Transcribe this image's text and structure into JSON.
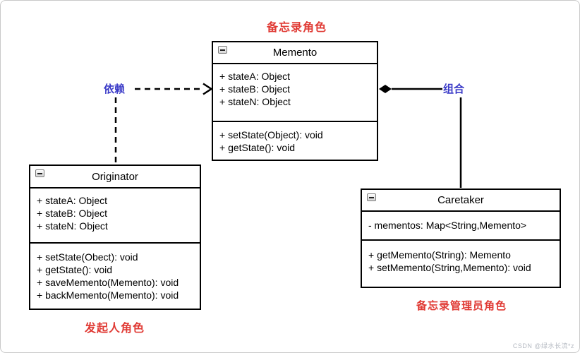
{
  "diagram": {
    "title_hint": "Memento pattern UML class diagram",
    "annotations": {
      "memento_role": "备忘录角色",
      "originator_role": "发起人角色",
      "caretaker_role": "备忘录管理员角色"
    },
    "relations": {
      "dependency": {
        "label": "依赖",
        "style": "dashed-open-arrow"
      },
      "composition": {
        "label": "组合",
        "style": "solid-filled-diamond"
      }
    },
    "classes": [
      {
        "name": "Memento",
        "attributes": [
          "+ stateA: Object",
          "+ stateB: Object",
          "+ stateN: Object"
        ],
        "methods": [
          "+ setState(Object): void",
          "+ getState(): void"
        ]
      },
      {
        "name": "Originator",
        "attributes": [
          "+ stateA: Object",
          "+ stateB: Object",
          "+ stateN: Object"
        ],
        "methods": [
          "+ setState(Obect): void",
          "+ getState(): void",
          "+ saveMemento(Memento): void",
          "+ backMemento(Memento): void"
        ]
      },
      {
        "name": "Caretaker",
        "attributes": [
          "- mementos: Map<String,Memento>"
        ],
        "methods": [
          "+ getMemento(String): Memento",
          "+ setMemento(String,Memento): void"
        ]
      }
    ],
    "icons": {
      "collapse": "minus-box"
    },
    "colors": {
      "annotation_red": "#e03a34",
      "relation_blue": "#3b3bc8",
      "box_border": "#000000",
      "background": "#ffffff"
    },
    "watermark": "CSDN @绿水长流*z"
  }
}
